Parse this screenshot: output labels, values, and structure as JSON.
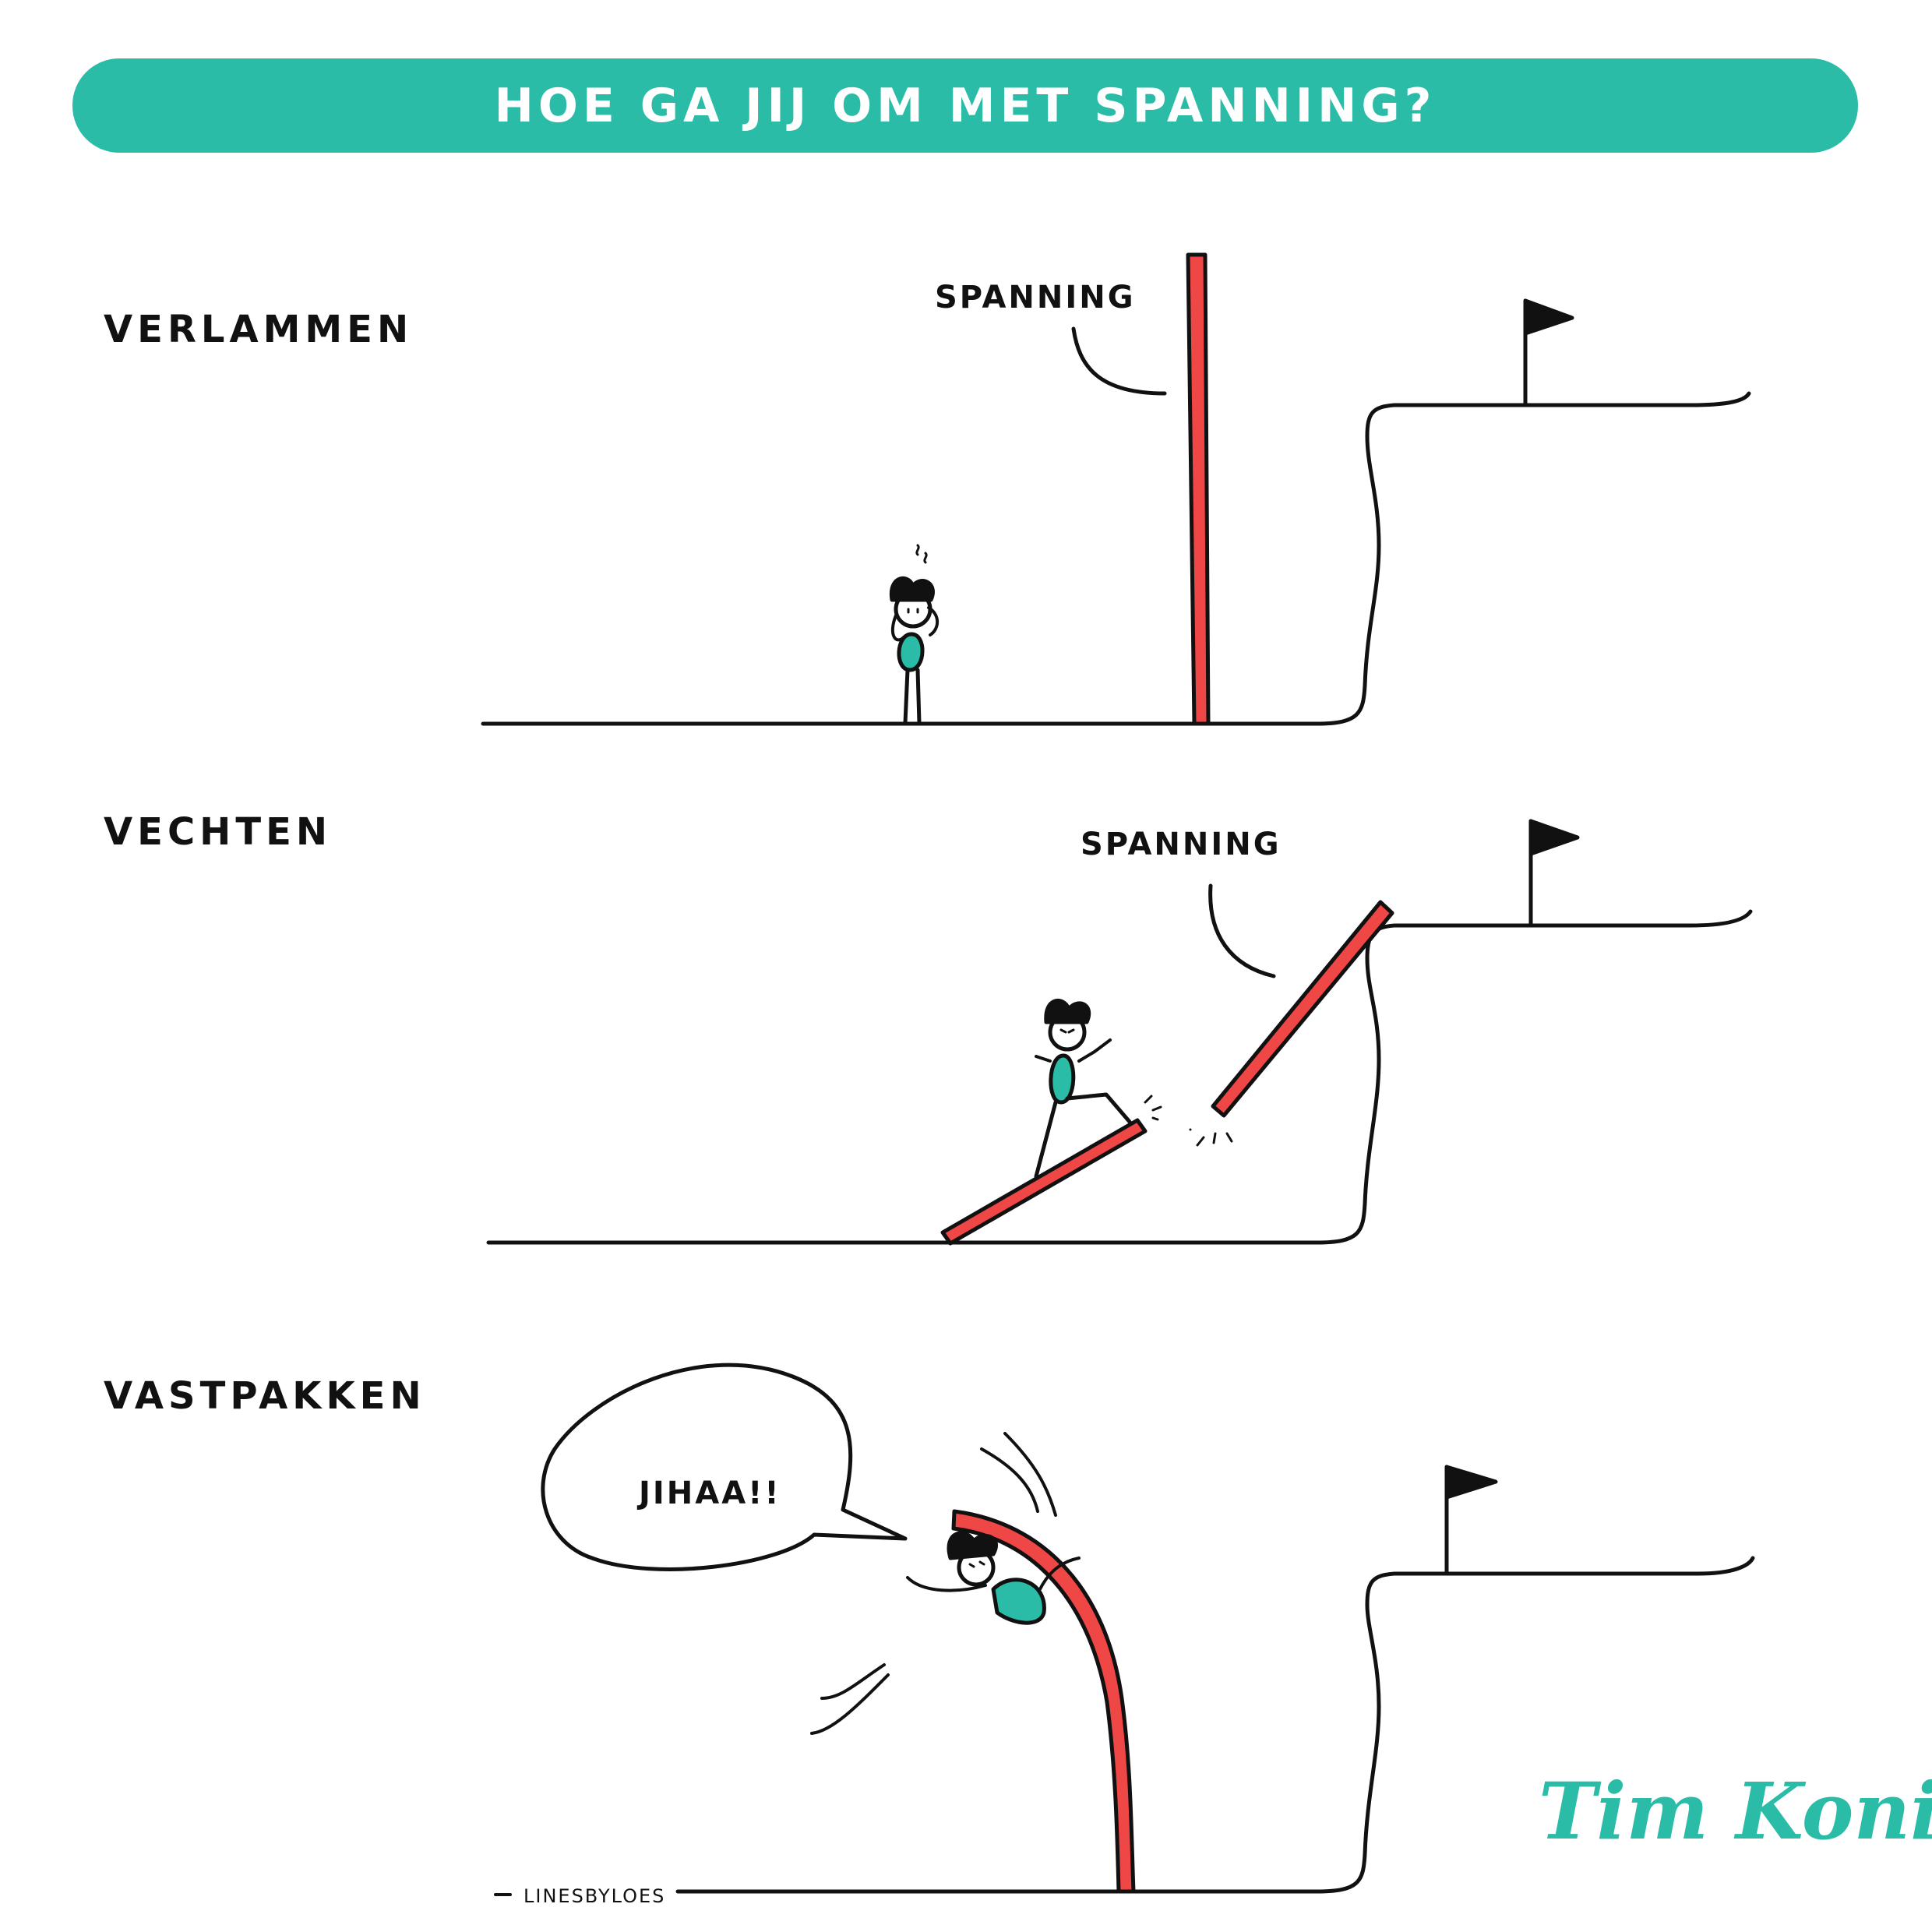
{
  "title": "HOE GA JIJ OM MET SPANNING?",
  "colors": {
    "banner": "#2bbca8",
    "pole": "#ef4646",
    "shirt": "#2bbca8",
    "ink": "#111111"
  },
  "panels": [
    {
      "label": "VERLAMMEN",
      "pole_label": "SPANNING"
    },
    {
      "label": "VECHTEN",
      "pole_label": "SPANNING"
    },
    {
      "label": "VASTPAKKEN",
      "speech": "JIHAA!!"
    }
  ],
  "credit": "LINESBYLOES",
  "brand": "Tim Koning",
  "icons": [
    "flag-icon",
    "speech-bubble",
    "stick-figure",
    "red-pole"
  ]
}
